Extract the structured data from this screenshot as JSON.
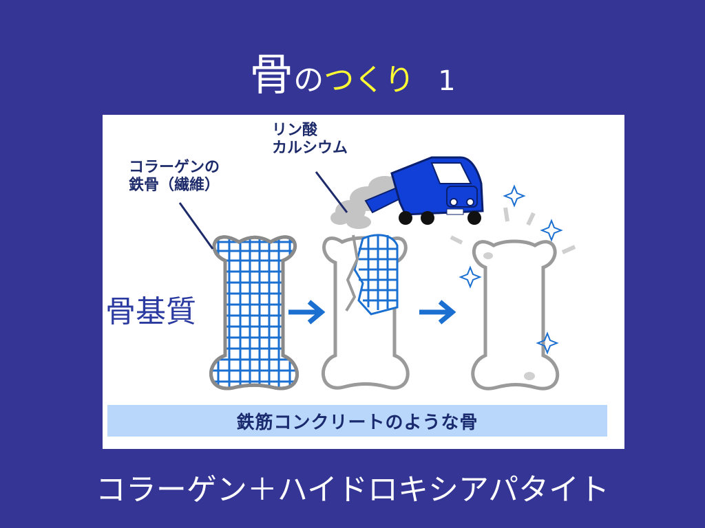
{
  "slide": {
    "title_bone": "骨",
    "title_no": "の",
    "title_accent": "つくり",
    "title_number": "1",
    "bottom_text": "コラーゲン＋ハイドロキシアパタイト"
  },
  "figure": {
    "label_collagen_line1": "コラーゲンの",
    "label_collagen_line2": "鉄骨（繊維）",
    "label_calcium_line1": "リン酸",
    "label_calcium_line2": "カルシウム",
    "label_matrix": "骨基質",
    "caption": "鉄筋コンクリートのような骨"
  },
  "colors": {
    "background": "#343595",
    "title_accent": "#ffff33",
    "caption_bar": "#b9d6fb",
    "mesh_blue": "#1a6fd0",
    "truck_blue": "#1040d8"
  }
}
